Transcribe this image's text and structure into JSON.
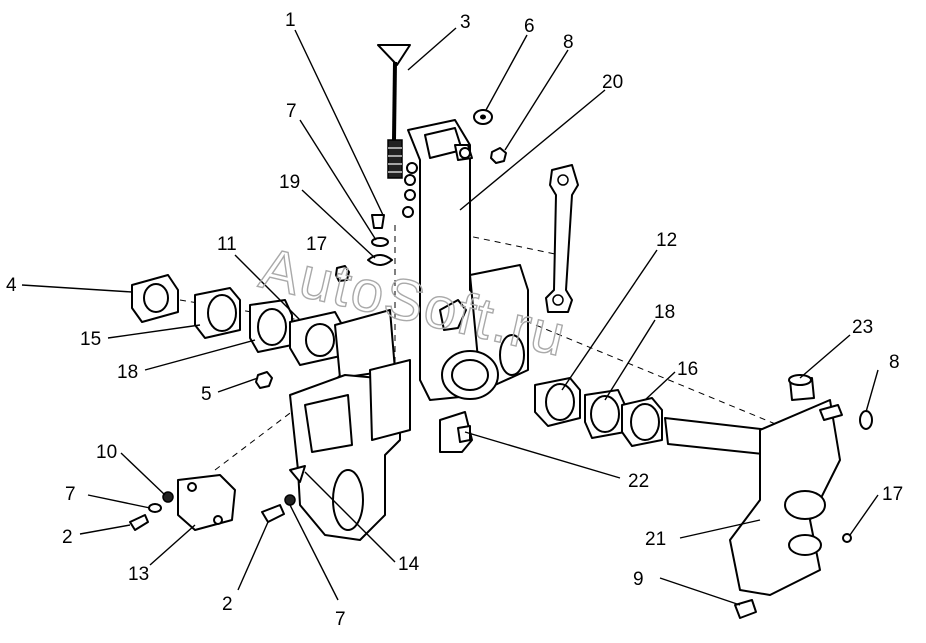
{
  "watermark": "AutoSoft.ru",
  "callouts": [
    {
      "id": "c1",
      "label": "1"
    },
    {
      "id": "c3",
      "label": "3"
    },
    {
      "id": "c6",
      "label": "6"
    },
    {
      "id": "c8a",
      "label": "8"
    },
    {
      "id": "c20",
      "label": "20"
    },
    {
      "id": "c7a",
      "label": "7"
    },
    {
      "id": "c19",
      "label": "19"
    },
    {
      "id": "c11",
      "label": "11"
    },
    {
      "id": "c17a",
      "label": "17"
    },
    {
      "id": "c4",
      "label": "4"
    },
    {
      "id": "c15",
      "label": "15"
    },
    {
      "id": "c18a",
      "label": "18"
    },
    {
      "id": "c5",
      "label": "5"
    },
    {
      "id": "c12",
      "label": "12"
    },
    {
      "id": "c18b",
      "label": "18"
    },
    {
      "id": "c16",
      "label": "16"
    },
    {
      "id": "c23",
      "label": "23"
    },
    {
      "id": "c8b",
      "label": "8"
    },
    {
      "id": "c22",
      "label": "22"
    },
    {
      "id": "c17b",
      "label": "17"
    },
    {
      "id": "c21",
      "label": "21"
    },
    {
      "id": "c9",
      "label": "9"
    },
    {
      "id": "c10",
      "label": "10"
    },
    {
      "id": "c7b",
      "label": "7"
    },
    {
      "id": "c2a",
      "label": "2"
    },
    {
      "id": "c13",
      "label": "13"
    },
    {
      "id": "c14",
      "label": "14"
    },
    {
      "id": "c2b",
      "label": "2"
    },
    {
      "id": "c7c",
      "label": "7"
    }
  ]
}
